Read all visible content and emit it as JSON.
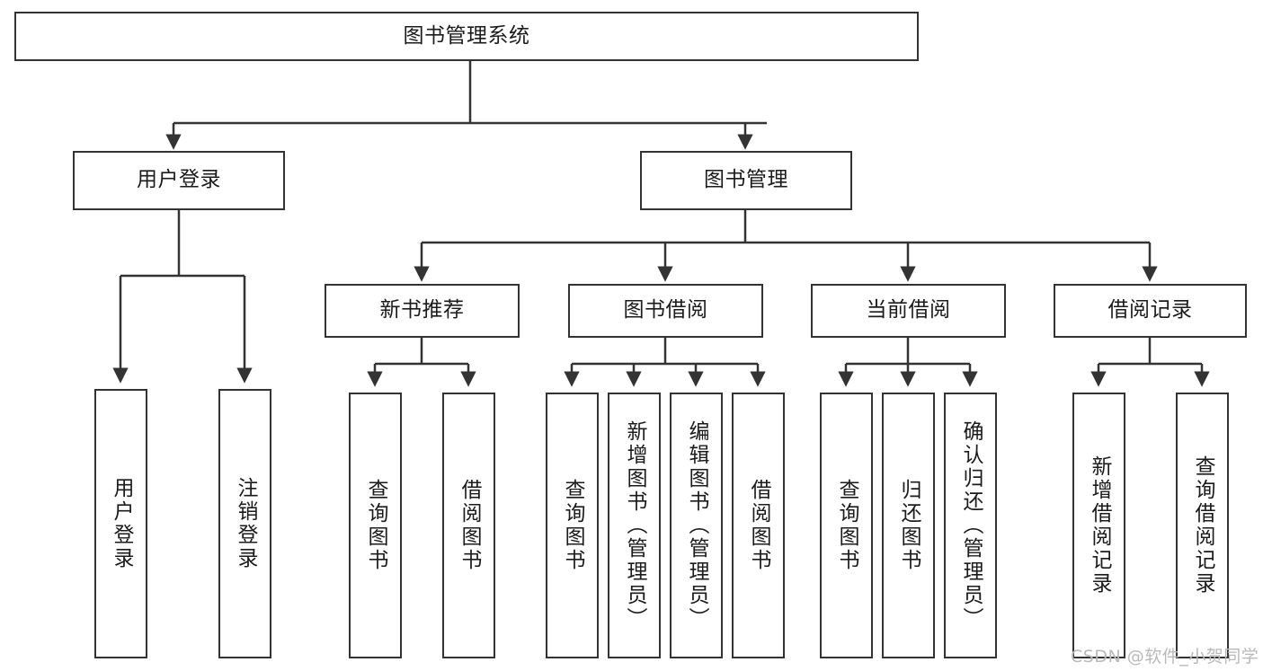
{
  "diagram": {
    "title": "图书管理系统",
    "type": "tree-hierarchy-chart",
    "line_color": "#333333",
    "box_fill": "#ffffff",
    "text_color": "#1b1b1b",
    "watermark": "CSDN @软件_小贺同学"
  },
  "nodes": {
    "root": {
      "label": "图书管理系统"
    },
    "level2": [
      {
        "label": "用户登录"
      },
      {
        "label": "图书管理"
      }
    ],
    "level3": [
      {
        "label": "新书推荐"
      },
      {
        "label": "图书借阅"
      },
      {
        "label": "当前借阅"
      },
      {
        "label": "借阅记录"
      }
    ],
    "leaves": {
      "user_login": [
        {
          "label": "用户登录"
        },
        {
          "label": "注销登录"
        }
      ],
      "new_book_recommend": [
        {
          "label": "查询图书"
        },
        {
          "label": "借阅图书"
        }
      ],
      "book_borrow": [
        {
          "label": "查询图书"
        },
        {
          "label": "新增图书（管理员）"
        },
        {
          "label": "编辑图书（管理员）"
        },
        {
          "label": "借阅图书"
        }
      ],
      "current_borrow": [
        {
          "label": "查询图书"
        },
        {
          "label": "归还图书"
        },
        {
          "label": "确认归还（管理员）"
        }
      ],
      "borrow_record": [
        {
          "label": "新增借阅记录"
        },
        {
          "label": "查询借阅记录"
        }
      ]
    }
  }
}
